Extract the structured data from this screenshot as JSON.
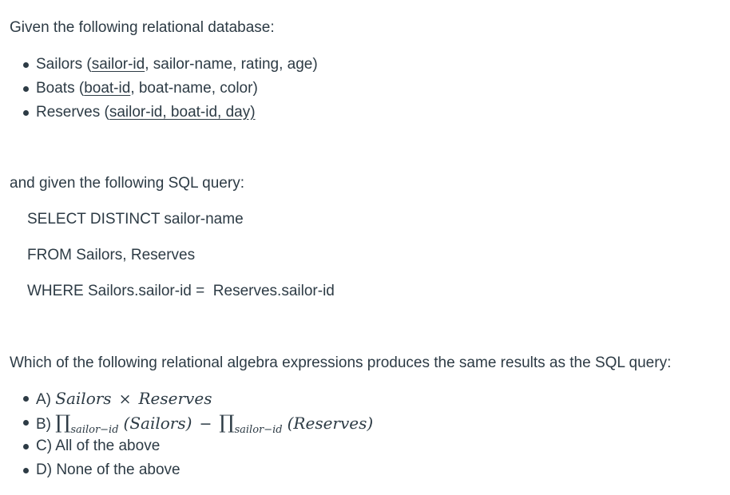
{
  "intro": "Given the following relational database:",
  "schema": [
    {
      "name": "Sailors",
      "open": " (",
      "key": "sailor-id",
      "rest": ", sailor-name, rating, age)"
    },
    {
      "name": "Boats",
      "open": " (",
      "key": "boat-id",
      "rest": ", boat-name, color)"
    },
    {
      "name": "Reserves",
      "open": " (",
      "key": "sailor-id, boat-id, day)",
      "rest": ""
    }
  ],
  "sql_intro": "and given the following SQL query:",
  "sql": {
    "select": "SELECT DISTINCT sailor-name",
    "from": "FROM Sailors, Reserves",
    "where": "WHERE Sailors.sailor-id =  Reserves.sailor-id"
  },
  "question": "Which of the following relational algebra expressions produces the same results as the SQL query:",
  "options": {
    "a": {
      "prefix": "A) ",
      "left": "Sailors",
      "op": "×",
      "right": "Reserves"
    },
    "b": {
      "prefix": "B) ",
      "pi": "∏",
      "sub": "sailor−id",
      "left": "(Sailors)",
      "op": "−",
      "pi2": "∏",
      "sub2": "sailor−id",
      "right": "(Reserves)"
    },
    "c": {
      "text": "C) All of the above"
    },
    "d": {
      "text": "D) None of the above"
    }
  }
}
